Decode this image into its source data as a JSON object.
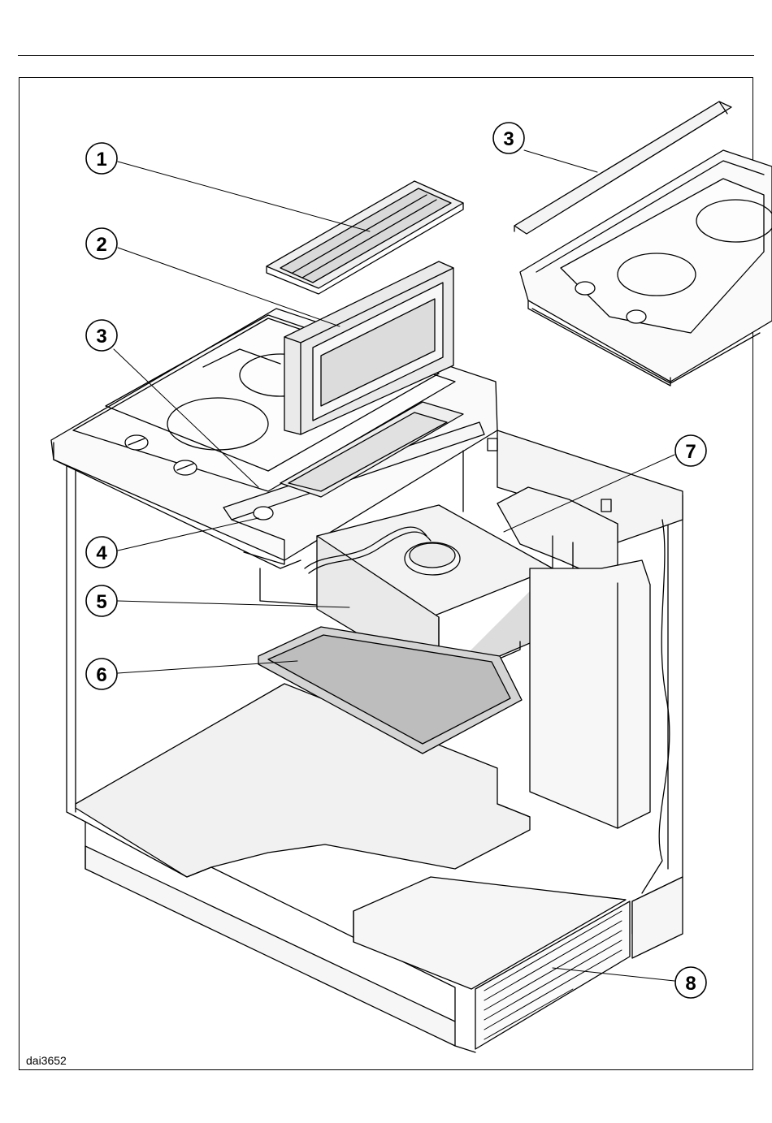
{
  "figure": {
    "id": "dai3652",
    "callouts": [
      {
        "key": "c1",
        "label": "1"
      },
      {
        "key": "c2",
        "label": "2"
      },
      {
        "key": "c3a",
        "label": "3"
      },
      {
        "key": "c3b",
        "label": "3"
      },
      {
        "key": "c4",
        "label": "4"
      },
      {
        "key": "c5",
        "label": "5"
      },
      {
        "key": "c6",
        "label": "6"
      },
      {
        "key": "c7",
        "label": "7"
      },
      {
        "key": "c8",
        "label": "8"
      }
    ]
  }
}
